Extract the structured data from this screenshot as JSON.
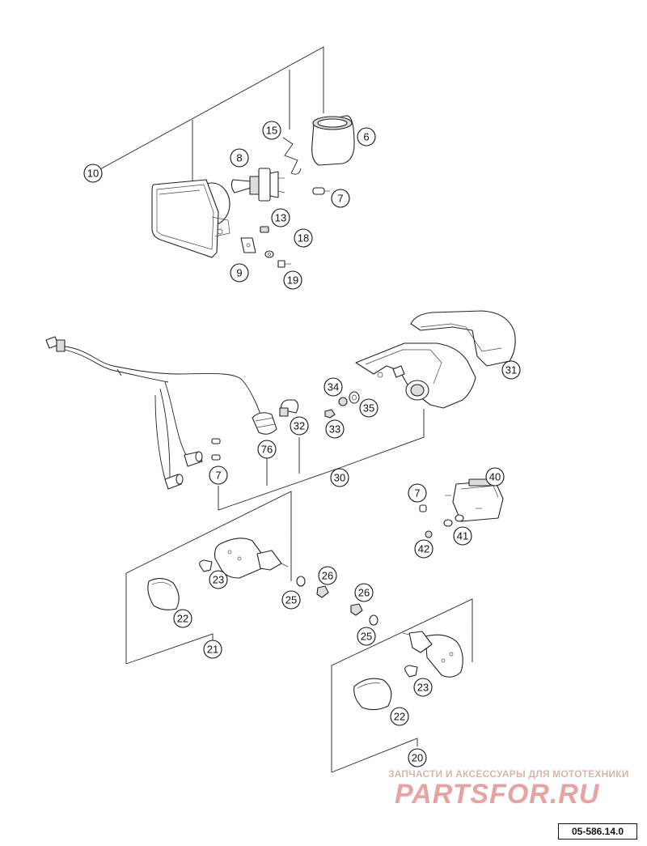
{
  "callouts": {
    "c10": "10",
    "c15": "15",
    "c6": "6",
    "c8": "8",
    "c7a": "7",
    "c13": "13",
    "c18": "18",
    "c9": "9",
    "c19": "19",
    "c31": "31",
    "c34": "34",
    "c35": "35",
    "c33": "33",
    "c32": "32",
    "c76": "76",
    "c7b": "7",
    "c30": "30",
    "c40": "40",
    "c7c": "7",
    "c41": "41",
    "c42": "42",
    "c23a": "23",
    "c26a": "26",
    "c25a": "25",
    "c22a": "22",
    "c21": "21",
    "c26b": "26",
    "c25b": "25",
    "c23b": "23",
    "c22b": "22",
    "c20": "20"
  },
  "watermark": {
    "tagline": "ЗАПЧАСТИ И АКСЕССУАРЫ ДЛЯ МОТОТЕХНИКИ",
    "brand": "PARTSFOR.RU"
  },
  "document_id": "05-586.14.0",
  "colors": {
    "line": "#222222",
    "watermark_brand": "#e7a3a3",
    "watermark_tagline": "#d8b4b4"
  }
}
